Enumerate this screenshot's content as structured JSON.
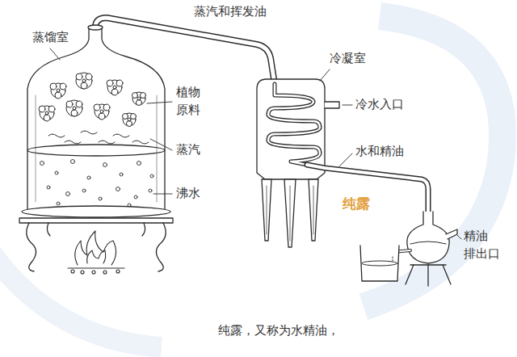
{
  "diagram": {
    "caption": "纯露，又称为水精油，",
    "labels": [
      "蒸馏室",
      "蒸汽和挥发油",
      "冷凝室",
      "植物 原料",
      "冷水入口",
      "蒸汽",
      "水和精油",
      "纯露",
      "沸水",
      "精油 排出口"
    ]
  }
}
